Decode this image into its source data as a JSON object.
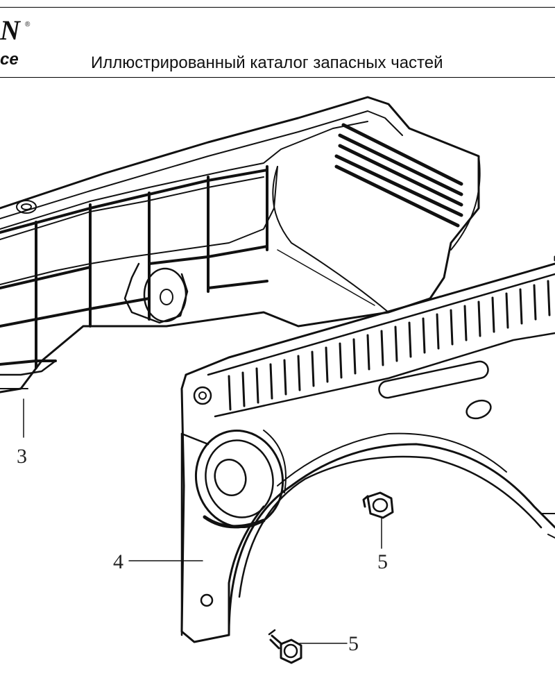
{
  "header": {
    "logo_text": "N",
    "logo_registered": "®",
    "logo_subtext": "ce",
    "title": "Иллюстрированный каталог запасных частей"
  },
  "callouts": {
    "part3": "3",
    "part4": "4",
    "part5_upper": "5",
    "part5_lower": "5"
  }
}
